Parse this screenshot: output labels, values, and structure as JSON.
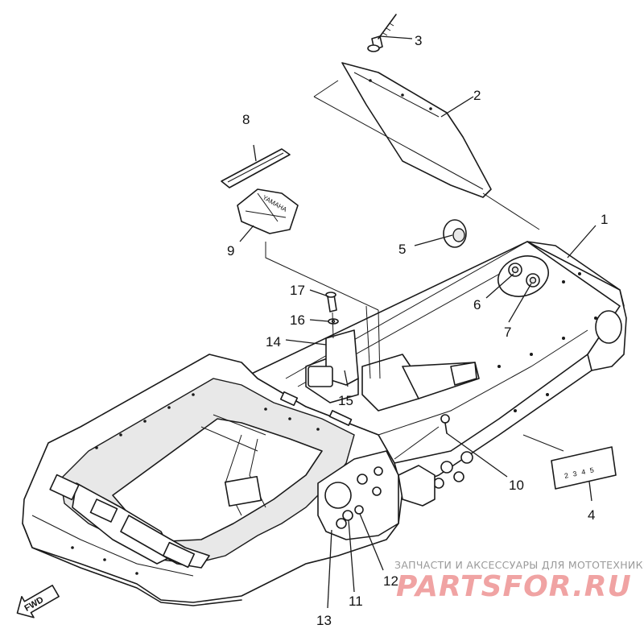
{
  "diagram": {
    "callouts": [
      {
        "id": "1",
        "label": "1"
      },
      {
        "id": "2",
        "label": "2"
      },
      {
        "id": "3",
        "label": "3"
      },
      {
        "id": "4",
        "label": "4"
      },
      {
        "id": "5",
        "label": "5"
      },
      {
        "id": "6",
        "label": "6"
      },
      {
        "id": "7",
        "label": "7"
      },
      {
        "id": "8",
        "label": "8"
      },
      {
        "id": "9",
        "label": "9"
      },
      {
        "id": "10",
        "label": "10"
      },
      {
        "id": "11",
        "label": "11"
      },
      {
        "id": "12",
        "label": "12"
      },
      {
        "id": "13",
        "label": "13"
      },
      {
        "id": "14",
        "label": "14"
      },
      {
        "id": "15",
        "label": "15"
      },
      {
        "id": "16",
        "label": "16"
      },
      {
        "id": "17",
        "label": "17"
      }
    ],
    "fwd_label": "FWD",
    "badge_text": "YAMAHA",
    "plate_text": "2 3 4 5"
  },
  "watermark": {
    "tagline": "ЗАПЧАСТИ И АКСЕССУАРЫ ДЛЯ МОТОТЕХНИКИ",
    "brand": "PARTSFOR.RU",
    "brand_color": "#f0a3a3"
  }
}
